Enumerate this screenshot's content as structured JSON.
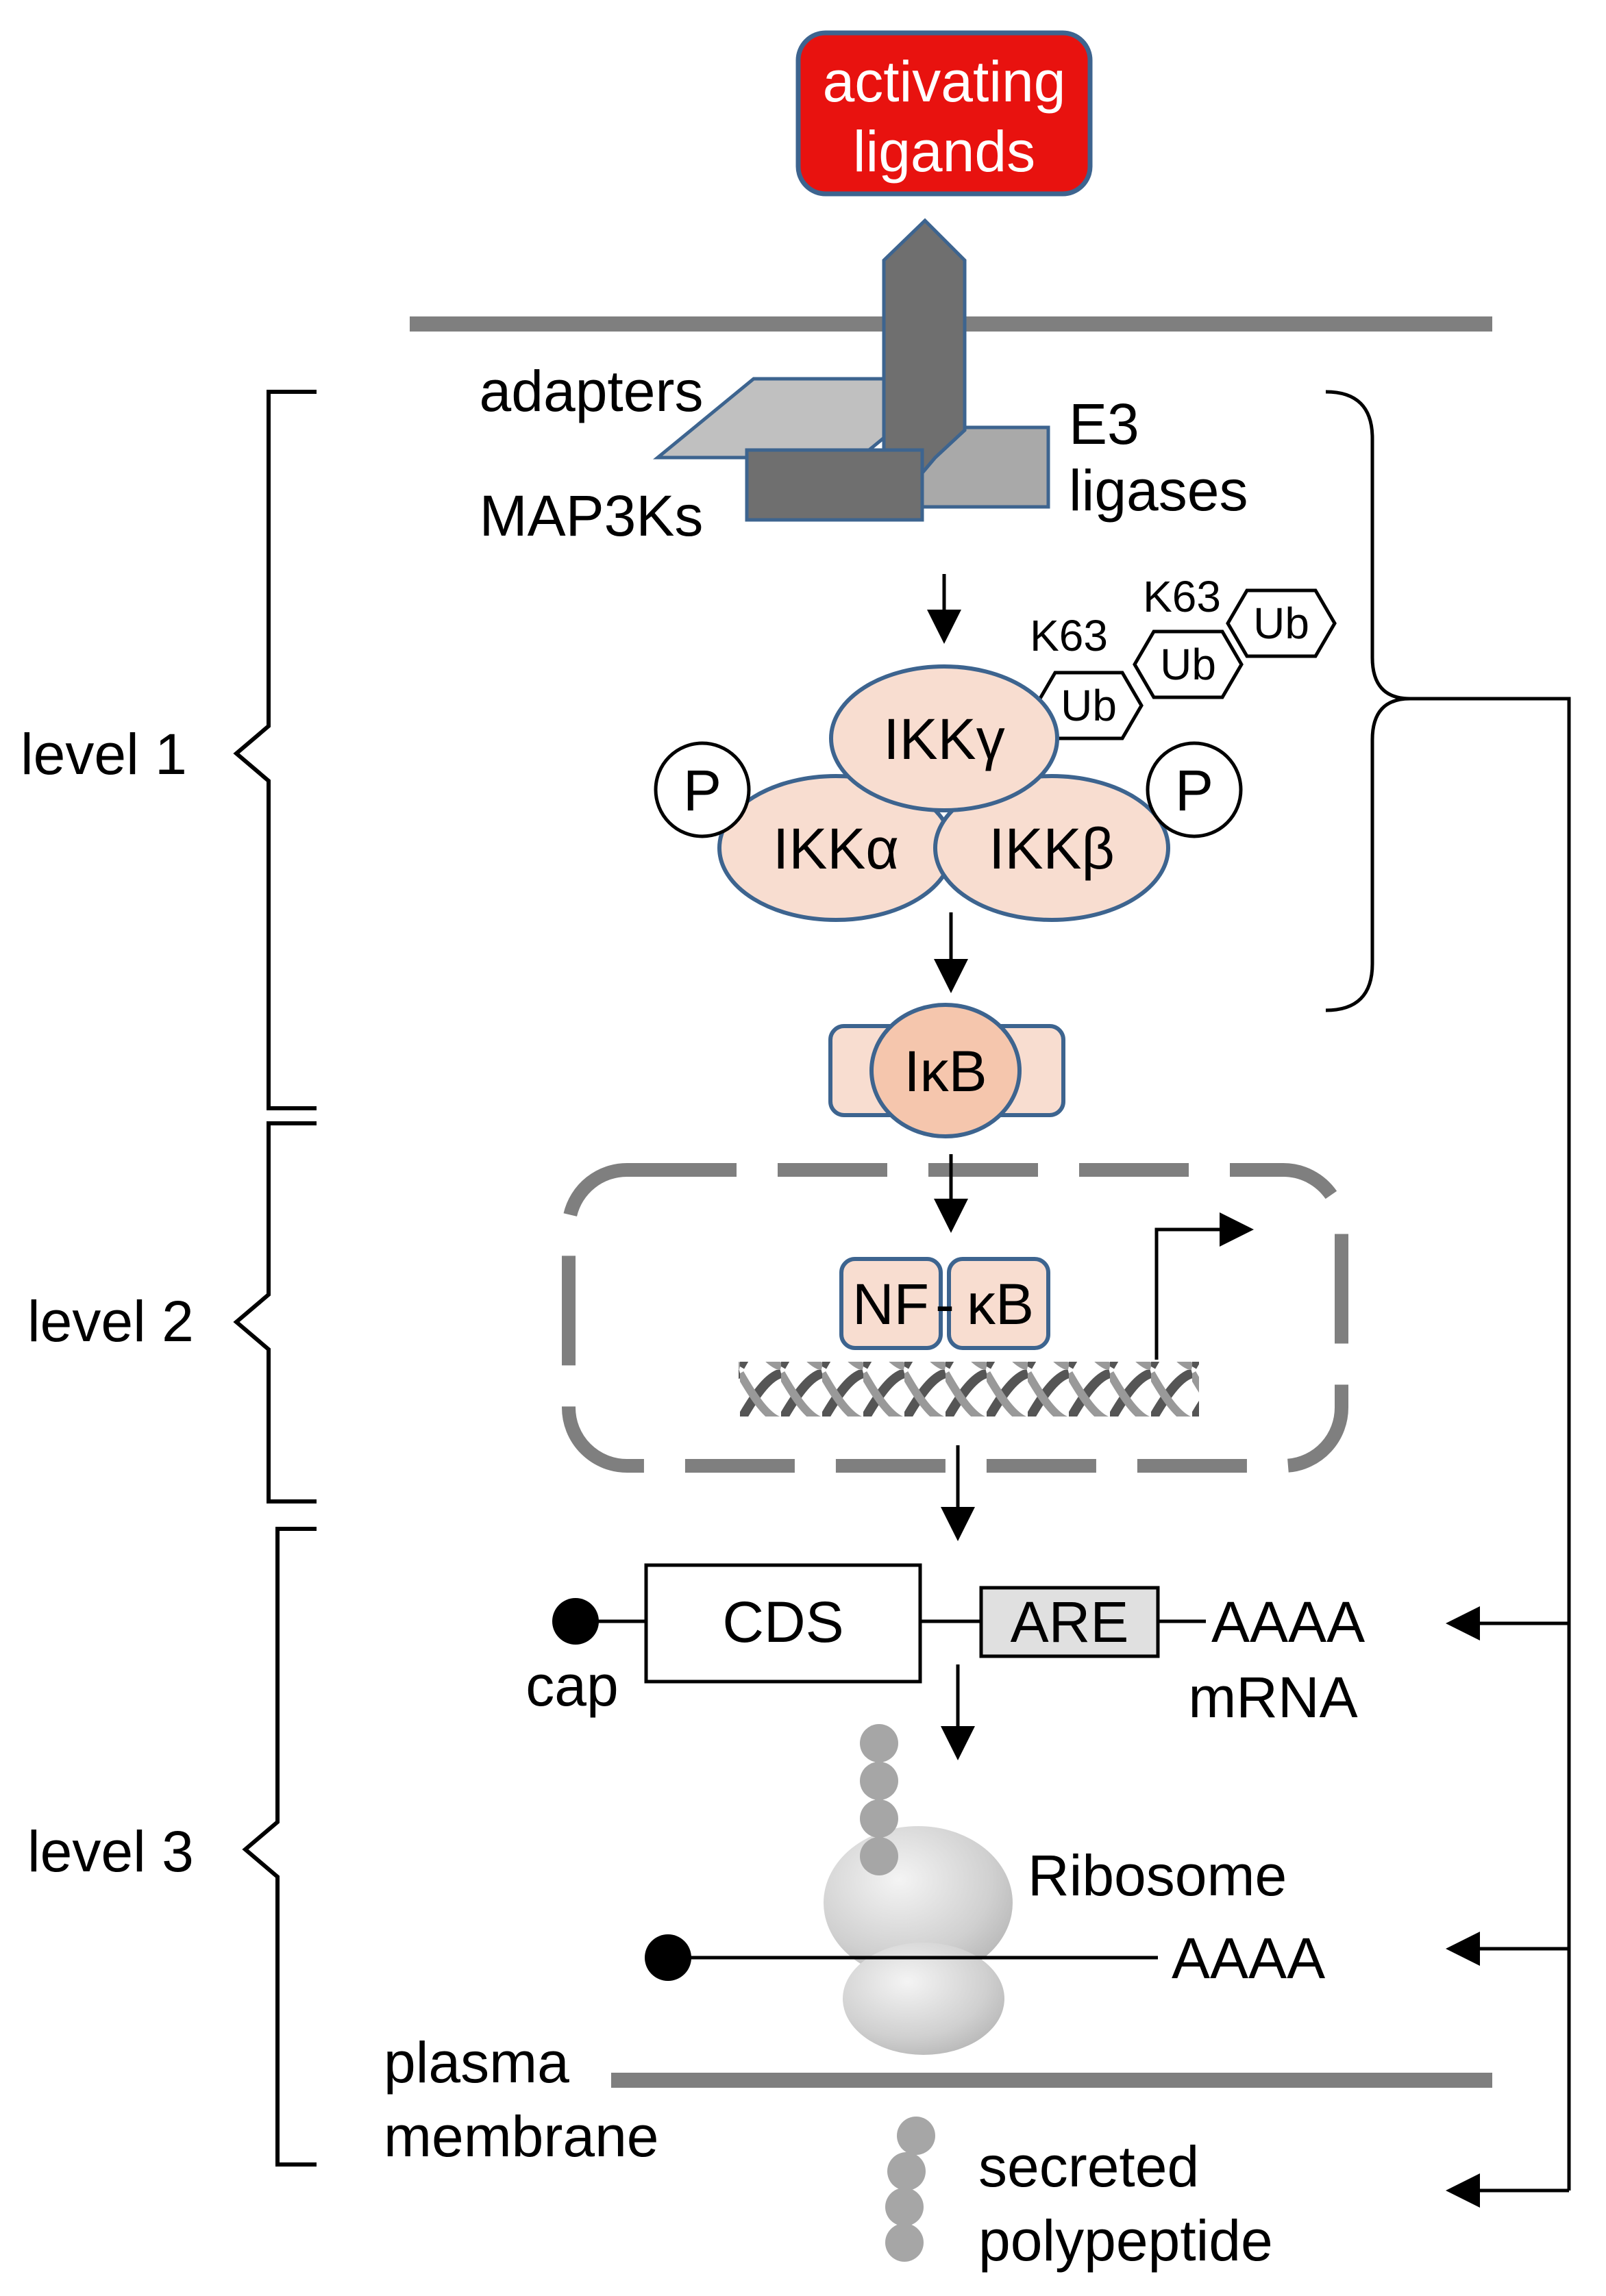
{
  "ligand": {
    "line1": "activating",
    "line2": "ligands"
  },
  "receptor_complex": {
    "adapters": "adapters",
    "map3ks": "MAP3Ks",
    "e3_line1": "E3",
    "e3_line2": "ligases"
  },
  "ikk": {
    "gamma": "IKKγ",
    "alpha": "IKKα",
    "beta": "IKKβ",
    "phospho": "P",
    "ub": "Ub",
    "k63": "K63"
  },
  "ikb": "IκB",
  "nfkb": {
    "left": "NF",
    "right": "κB"
  },
  "mrna": {
    "cds": "CDS",
    "are": "ARE",
    "polya": "AAAA",
    "cap": "cap",
    "mrna_label": "mRNA"
  },
  "ribosome": {
    "label": "Ribosome",
    "polya": "AAAA"
  },
  "plasma_membrane": {
    "line1": "plasma",
    "line2": "membrane"
  },
  "secreted": {
    "line1": "secreted",
    "line2": "polypeptide"
  },
  "levels": [
    "level 1",
    "level 2",
    "level 3"
  ],
  "colors": {
    "ligand_fill": "#e8120f",
    "outline_blue": "#3d648f",
    "ikk_fill": "#f8ddd0",
    "ikb_core_fill": "#f5c6ad",
    "membrane_gray": "#7f7f7f",
    "adapter_fill": "#c0c0c0",
    "map3k_fill": "#6f6f6f",
    "e3_fill": "#a9a9a9",
    "are_fill": "#e0e0e0"
  },
  "icons": {
    "receptor": "receptor-arrow-icon",
    "cap": "cap-dot-icon",
    "dna": "dna-helix-icon",
    "tss": "transcription-start-arrow-icon",
    "ribosome": "ribosome-icon"
  }
}
